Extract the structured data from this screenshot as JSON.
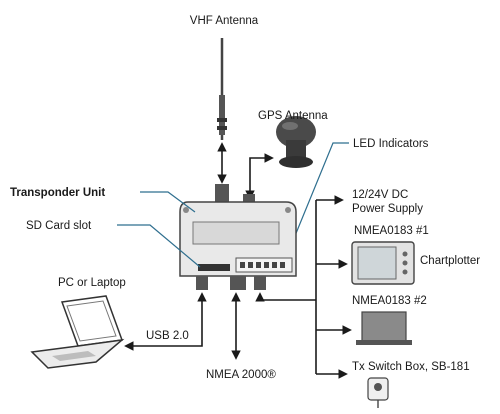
{
  "labels": {
    "vhf_antenna": "VHF Antenna",
    "gps_antenna": "GPS Antenna",
    "led_indicators": "LED Indicators",
    "transponder_unit": "Transponder Unit",
    "sd_card_slot": "SD Card slot",
    "power_line1": "12/24V DC",
    "power_line2": "Power Supply",
    "nmea0183_1": "NMEA0183 #1",
    "chartplotter": "Chartplotter",
    "pc_or_laptop": "PC or Laptop",
    "usb": "USB 2.0",
    "nmea0183_2": "NMEA0183 #2",
    "nmea2000": "NMEA 2000®",
    "tx_switch": "Tx Switch Box, SB-181"
  },
  "colors": {
    "line": "#1a1a1a",
    "leader": "#2f6f8f",
    "device_fill": "#e9e9e9",
    "device_stroke": "#444444",
    "screen_fill": "#cfd6d9"
  },
  "icons": [
    "vhf-antenna-icon",
    "gps-antenna-icon",
    "transponder-unit-icon",
    "chartplotter-icon",
    "laptop-icon",
    "nmea-display-icon",
    "tx-switch-box-icon"
  ]
}
